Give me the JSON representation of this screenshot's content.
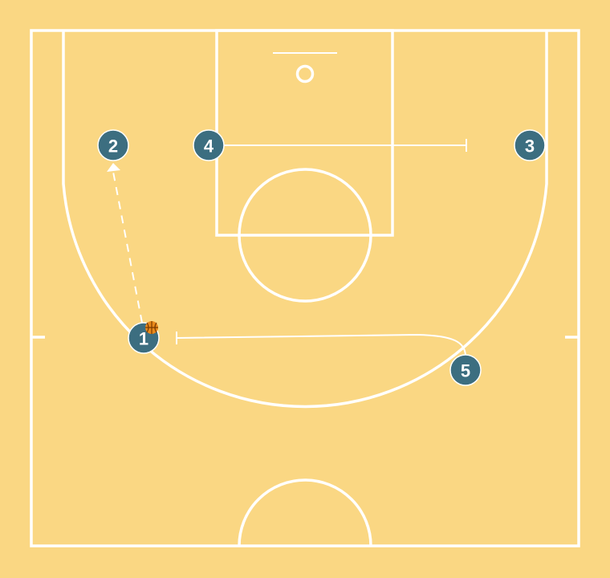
{
  "colors": {
    "court": "#fad783",
    "lines": "#ffffff",
    "player_fill": "#3c6e80",
    "player_text": "#ffffff",
    "ball": "#e8891b",
    "ball_seams": "#7a3b00"
  },
  "players": [
    {
      "id": "p1",
      "label": "1",
      "has_ball": true
    },
    {
      "id": "p2",
      "label": "2",
      "has_ball": false
    },
    {
      "id": "p3",
      "label": "3",
      "has_ball": false
    },
    {
      "id": "p4",
      "label": "4",
      "has_ball": false
    },
    {
      "id": "p5",
      "label": "5",
      "has_ball": false
    }
  ],
  "actions": [
    {
      "type": "pass",
      "from": "1",
      "to": "2",
      "style": "dashed-arrow"
    },
    {
      "type": "screen",
      "from": "4",
      "style": "screen-line"
    },
    {
      "type": "screen",
      "from": "5",
      "style": "screen-line"
    }
  ],
  "icons": {
    "ball": "basketball-icon"
  }
}
